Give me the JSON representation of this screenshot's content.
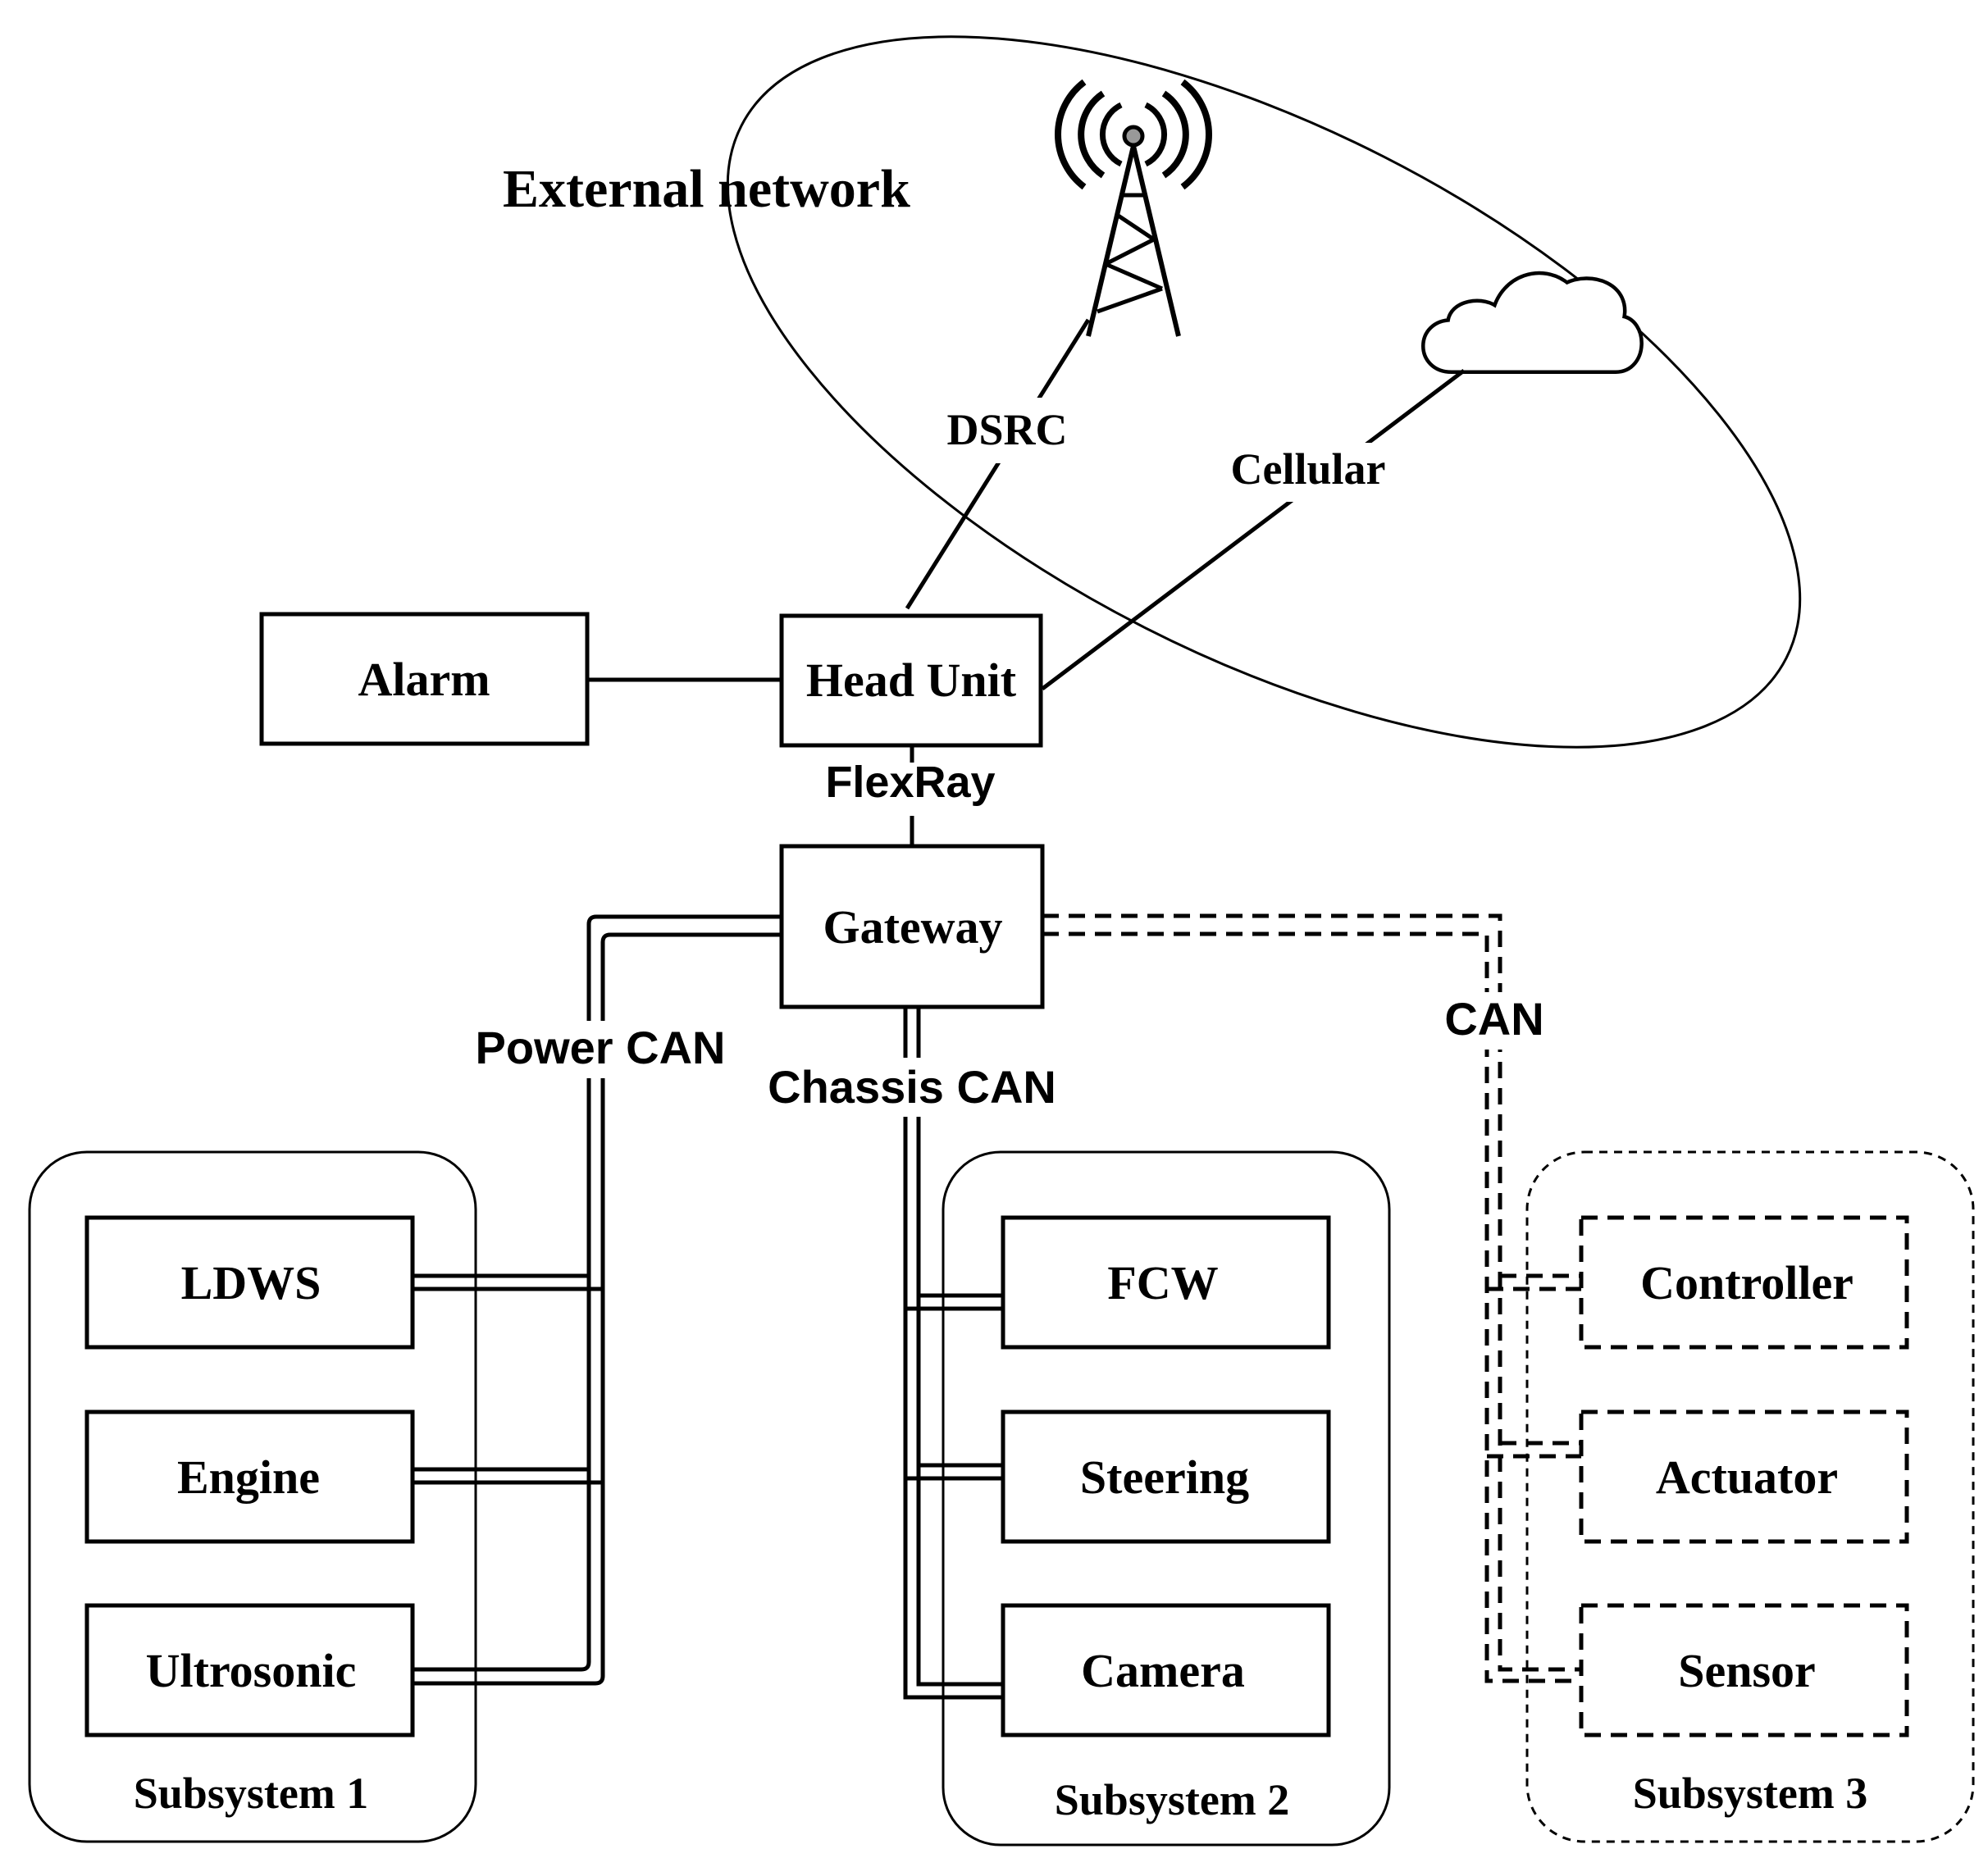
{
  "external_network": {
    "title": "External network",
    "links": {
      "dsrc": "DSRC",
      "cellular": "Cellular"
    },
    "icons": [
      "radio-tower-icon",
      "cloud-icon"
    ]
  },
  "nodes": {
    "alarm": "Alarm",
    "head_unit": "Head Unit",
    "gateway": "Gateway"
  },
  "buses": {
    "flexray": "FlexRay",
    "power_can": "Power CAN",
    "chassis_can": "Chassis CAN",
    "can": "CAN"
  },
  "subsystems": [
    {
      "title": "Subsystem 1",
      "style": "solid",
      "items": [
        "LDWS",
        "Engine",
        "Ultrosonic"
      ]
    },
    {
      "title": "Subsystem 2",
      "style": "solid",
      "items": [
        "FCW",
        "Steering",
        "Camera"
      ]
    },
    {
      "title": "Subsystem 3",
      "style": "dashed",
      "items": [
        "Controller",
        "Actuator",
        "Sensor"
      ]
    }
  ],
  "colors": {
    "stroke": "#000000",
    "background": "#ffffff"
  }
}
